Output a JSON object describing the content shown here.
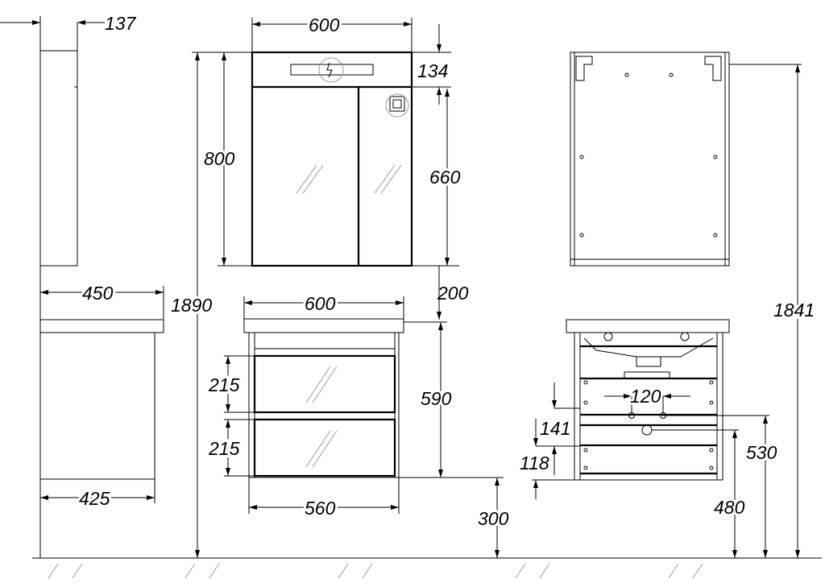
{
  "colors": {
    "line": "#000000",
    "background": "#ffffff"
  },
  "dimensions": {
    "side_mirror_depth": "137",
    "mirror_width": "600",
    "mirror_top_panel": "134",
    "mirror_height": "800",
    "mirror_door_height": "660",
    "total_height": "1890",
    "vanity_depth": "450",
    "vanity_width": "600",
    "gap_mirror_vanity": "200",
    "drawer1_height": "215",
    "drawer2_height": "215",
    "vanity_height": "590",
    "body_width": "560",
    "body_depth": "425",
    "floor_clearance": "300",
    "rear_total_height": "1841",
    "mount_hole_spacing": "120",
    "rear_offset_141": "141",
    "rear_offset_118": "118",
    "rear_mount_height_530": "530",
    "rear_drain_height_480": "480"
  }
}
